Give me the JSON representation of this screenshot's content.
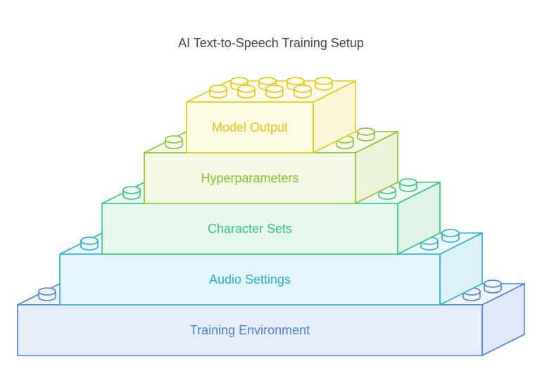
{
  "title": "AI Text-to-Speech Training Setup",
  "layers": [
    {
      "label": "Training Environment",
      "stroke": "#4a7fd6",
      "front": "#e7eefb",
      "top": "#eff4fc",
      "side": "#dfe7f8",
      "text": "#4a7fd6"
    },
    {
      "label": "Audio Settings",
      "stroke": "#26acd6",
      "front": "#e3f6fb",
      "top": "#ecf9fc",
      "side": "#daf2f8",
      "text": "#26acd6"
    },
    {
      "label": "Character Sets",
      "stroke": "#36c27d",
      "front": "#e6f8ee",
      "top": "#eefbf3",
      "side": "#ddf4e6",
      "text": "#36c27d"
    },
    {
      "label": "Hyperparameters",
      "stroke": "#8bbe2a",
      "front": "#f2f8e4",
      "top": "#f6faec",
      "side": "#ecf4da",
      "text": "#8bbe2a"
    },
    {
      "label": "Model Output",
      "stroke": "#e3c712",
      "front": "#fdfbe2",
      "top": "#fefcea",
      "side": "#fbf7d6",
      "text": "#e3c712"
    }
  ]
}
